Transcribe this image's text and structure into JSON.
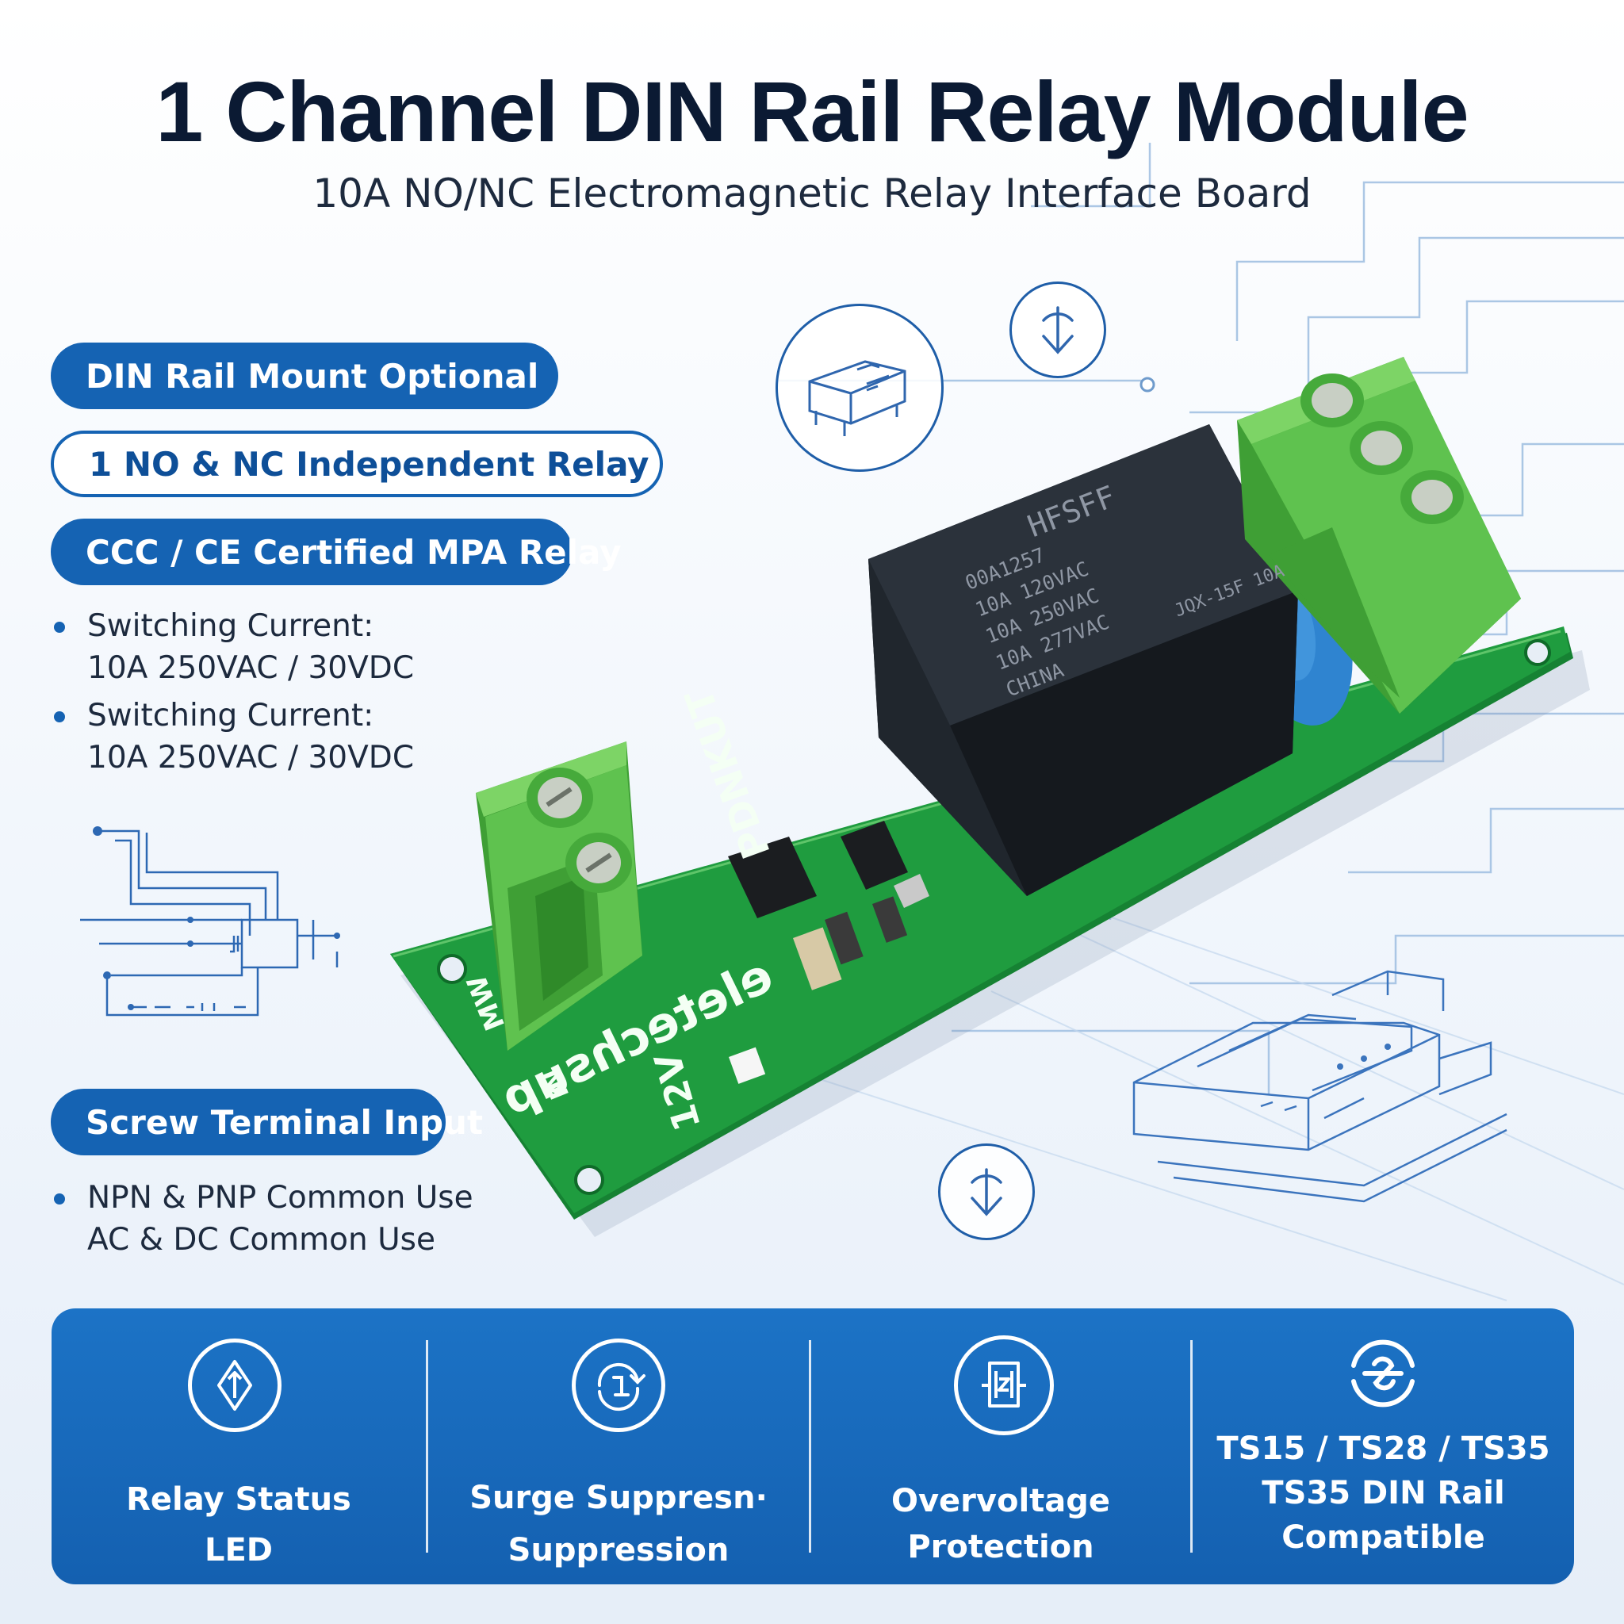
{
  "header": {
    "title": "1 Channel DIN Rail Relay Module",
    "subtitle": "10A NO/NC Electromagnetic Relay Interface Board"
  },
  "left_panel": {
    "pills": [
      {
        "label": "DIN Rail Mount Optional",
        "style": "solid"
      },
      {
        "label": "1 NO & NC Independent Relay",
        "style": "outline"
      },
      {
        "label": "CCC / CE Certified MPA Relay",
        "style": "solid"
      }
    ],
    "specs": [
      {
        "line1": "Switching Current:",
        "line2": "10A 250VAC / 30VDC"
      },
      {
        "line1": "Switching Current:",
        "line2": "10A 250VAC / 30VDC"
      }
    ],
    "input_pill": {
      "label": "Screw Terminal Input"
    },
    "input_notes": {
      "line1": "NPN & PNP Common Use",
      "line2": "AC & DC Common Use"
    }
  },
  "board": {
    "brand": "eletechsup",
    "voltage": "12V",
    "label_left": "PDNKUT",
    "label_side": "MW",
    "label_fin": "IN",
    "relay_brand": "HFSFF",
    "relay_lines": [
      "00A1257",
      "10A 120VAC",
      "10A 250VAC",
      "10A 277VAC",
      "CHINA"
    ],
    "relay_side": "JQX-15F 10A"
  },
  "features": [
    {
      "icon": "led-status-icon",
      "line1": "Relay Status",
      "line2": "LED"
    },
    {
      "icon": "surge-cycle-icon",
      "line1": "Surge Suppresn·",
      "line2": "Suppression"
    },
    {
      "icon": "overvoltage-shield-icon",
      "line1": "Overvoltage",
      "line2": "Protection"
    },
    {
      "icon": "din-rail-clip-icon",
      "line1": "TS15 / TS28 / TS35",
      "line2": "TS35 DIN Rail",
      "line3": "Compatible"
    }
  ],
  "colors": {
    "brand_blue": "#1563b3",
    "bar_blue": "#1c73c6",
    "pcb_green": "#1b9a3c",
    "terminal_green": "#5fc24f",
    "title_navy": "#0b1a33"
  }
}
